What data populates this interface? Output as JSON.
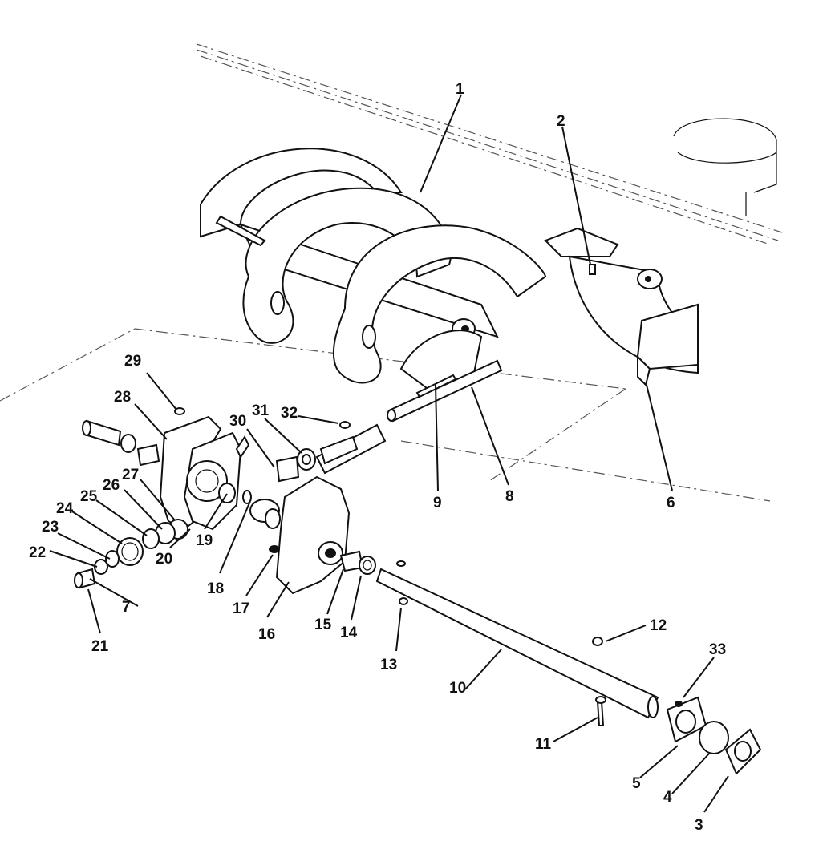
{
  "callouts": {
    "c1": "1",
    "c2": "2",
    "c3": "3",
    "c4": "4",
    "c5": "5",
    "c6": "6",
    "c7": "7",
    "c8": "8",
    "c9": "9",
    "c10": "10",
    "c11": "11",
    "c12": "12",
    "c13": "13",
    "c14": "14",
    "c15": "15",
    "c16": "16",
    "c17": "17",
    "c18": "18",
    "c19": "19",
    "c20": "20",
    "c21": "21",
    "c22": "22",
    "c23": "23",
    "c24": "24",
    "c25": "25",
    "c26": "26",
    "c27": "27",
    "c28": "28",
    "c29": "29",
    "c30": "30",
    "c31": "31",
    "c32": "32",
    "c33": "33"
  }
}
